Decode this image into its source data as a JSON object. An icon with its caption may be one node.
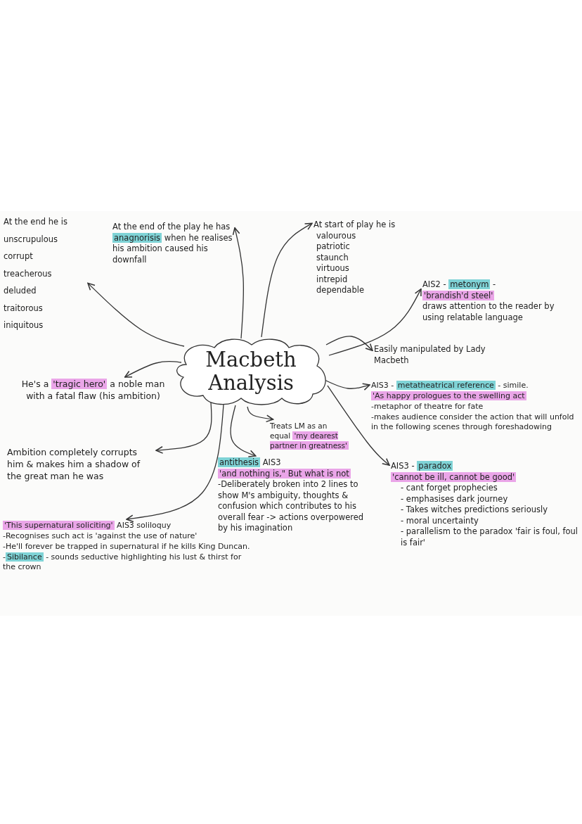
{
  "diagram": {
    "nodes": [
      {
        "text": [
          "Macbeth Analysis"
        ]
      },
      {
        "text": [
          "At the end he is",
          "unscrupulous",
          "corrupt",
          "treacherous",
          "deluded",
          "traitorous",
          "iniquitous"
        ]
      },
      {
        "text": [
          "At the end of the play he has **anagnorisis** when he realises his ambition caused his downfall"
        ]
      },
      {
        "text": [
          "At start of play he is",
          "valourous",
          "patriotic",
          "staunch",
          "virtuous",
          "intrepid",
          "dependable"
        ]
      },
      {
        "text": [
          "AIS2 - **metonym** -",
          "*'brandish'd steel'*",
          "draws attention to the reader by using relatable language"
        ]
      },
      {
        "text": [
          "Easily manipulated by Lady Macbeth"
        ]
      },
      {
        "text": [
          "AIS3 - **metatheatrical reference** - simile.",
          "*'As happy prologues to the swelling act*",
          "-metaphor of theatre for fate",
          "-makes audience consider the action that will unfold in the following scenes through foreshadowing"
        ]
      },
      {
        "text": [
          "AIS3 - **paradox**",
          "*'cannot be ill, cannot be good'*",
          "- cant forget prophecies",
          "- emphasises dark journey",
          "- Takes witches predictions seriously",
          "- moral uncertainty",
          "- parallelism to the paradox 'fair is foul, foul is fair'"
        ]
      },
      {
        "text": [
          "Treats LM as an equal *'my dearest partner in greatness'*"
        ]
      },
      {
        "text": [
          "**antithesis** AIS3",
          "*'and nothing is,\" But what is not*",
          "-Deliberately broken into 2 lines to show M's ambiguity, thoughts & confusion which contributes to his overall fear -> actions overpowered by his imagination"
        ]
      },
      {
        "text": [
          "*'This supernatural soliciting'* AIS3 soliloquy",
          "-Recognises such act is 'against the use of nature'",
          "-He'll forever be trapped in supernatural if he kills King Duncan.",
          "-**Sibilance** - sounds seductive highlighting his lust & thirst for the crown"
        ]
      },
      {
        "text": [
          "Ambition completely corrupts him & makes him a shadow of the great man he was"
        ]
      },
      {
        "text": [
          "He's a *'tragic hero'* a noble man with a fatal flaw (his ambition)"
        ]
      }
    ],
    "edges": [
      {
        "from": 0,
        "to": 1,
        "arrow": "to"
      },
      {
        "from": 0,
        "to": 2,
        "arrow": "to"
      },
      {
        "from": 0,
        "to": 3,
        "arrow": "to"
      },
      {
        "from": 0,
        "to": 4,
        "arrow": "to"
      },
      {
        "from": 0,
        "to": 5,
        "arrow": "to"
      },
      {
        "from": 0,
        "to": 6,
        "arrow": "to"
      },
      {
        "from": 0,
        "to": 7,
        "arrow": "to"
      },
      {
        "from": 0,
        "to": 8,
        "arrow": "to"
      },
      {
        "from": 0,
        "to": 9,
        "arrow": "to"
      },
      {
        "from": 0,
        "to": 10,
        "arrow": "to"
      },
      {
        "from": 0,
        "to": 11,
        "arrow": "to"
      },
      {
        "from": 0,
        "to": 12,
        "arrow": "to"
      }
    ]
  }
}
